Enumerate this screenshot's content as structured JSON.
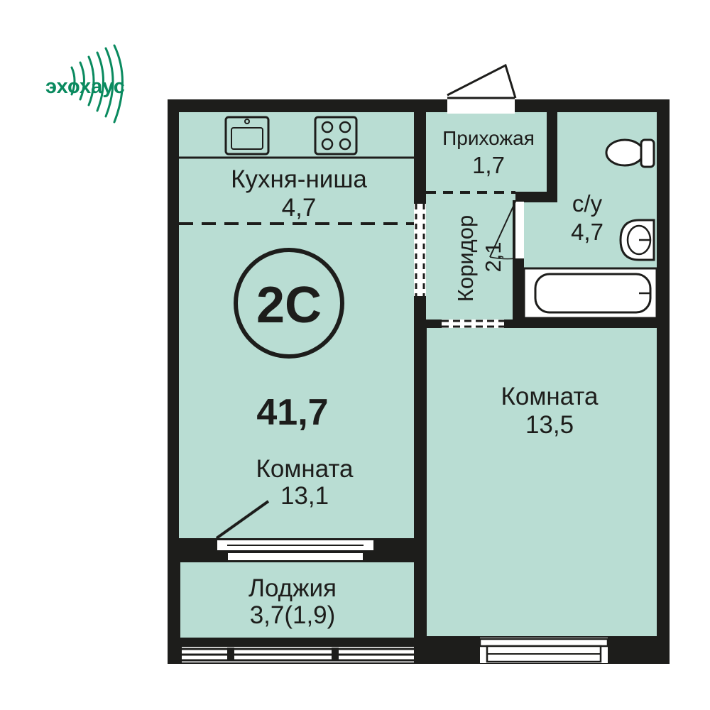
{
  "brand": {
    "name": "эхохаус",
    "color": "#0a8a5f"
  },
  "colors": {
    "floor": "#b9ddd3",
    "wall": "#1d1d1b",
    "background": "#ffffff"
  },
  "apartment": {
    "type": "2С",
    "total_area": "41,7"
  },
  "rooms": {
    "kitchen": {
      "name": "Кухня-ниша",
      "area": "4,7"
    },
    "hallway": {
      "name": "Прихожая",
      "area": "1,7"
    },
    "corridor": {
      "name": "Коридор",
      "area": "2,1"
    },
    "bathroom": {
      "name": "с/у",
      "area": "4,7"
    },
    "living_left": {
      "name": "Комната",
      "area": "13,1"
    },
    "living_right": {
      "name": "Комната",
      "area": "13,5"
    },
    "loggia": {
      "name": "Лоджия",
      "area": "3,7(1,9)"
    }
  }
}
